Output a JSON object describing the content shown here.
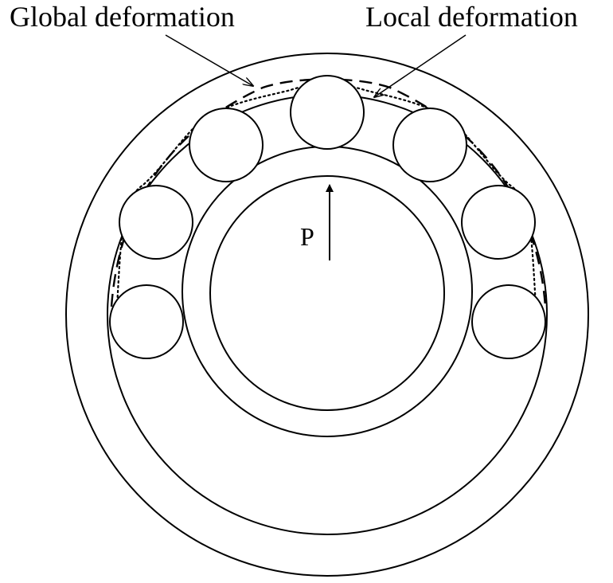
{
  "labels": {
    "global_deformation": "Global deformation",
    "local_deformation": "Local deformation",
    "load": "P"
  },
  "colors": {
    "stroke": "#000000",
    "background": "#ffffff"
  }
}
